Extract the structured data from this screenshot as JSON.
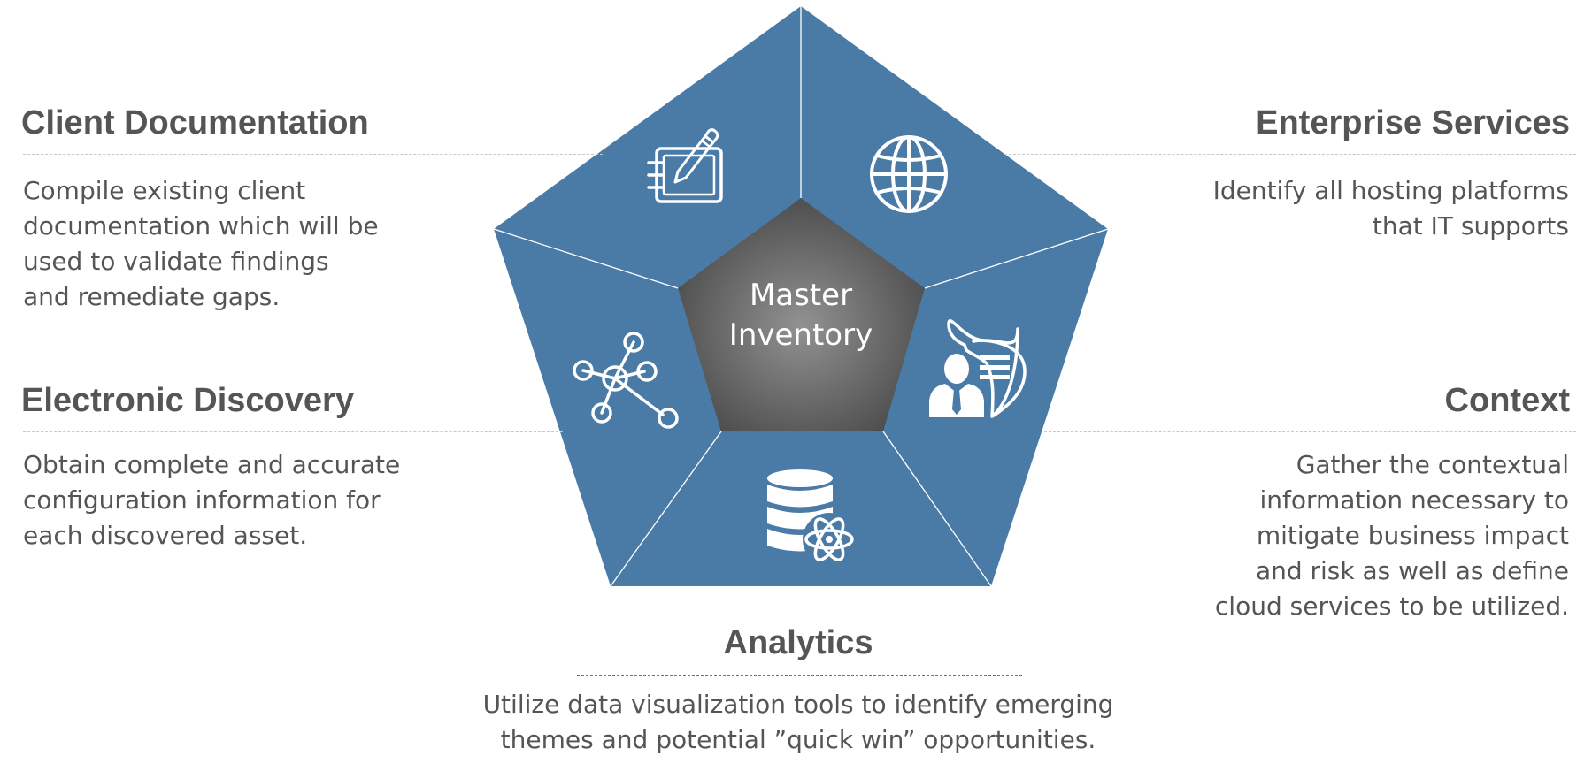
{
  "center": {
    "line1": "Master",
    "line2": "Inventory"
  },
  "sections": {
    "client_documentation": {
      "title": "Client Documentation",
      "lines": [
        "Compile existing client",
        "documentation which will be",
        "used to validate findings",
        "and remediate gaps."
      ],
      "icon": "notepad-pen-icon"
    },
    "electronic_discovery": {
      "title": "Electronic Discovery",
      "lines": [
        "Obtain complete and accurate",
        "configuration information for",
        "each discovered asset."
      ],
      "icon": "network-nodes-icon"
    },
    "enterprise_services": {
      "title": "Enterprise Services",
      "lines": [
        "Identify all hosting platforms",
        "that IT supports"
      ],
      "icon": "globe-icon"
    },
    "context": {
      "title": "Context",
      "lines": [
        "Gather the contextual",
        "information necessary to",
        "mitigate business impact",
        "and risk as well as define",
        "cloud services to be utilized."
      ],
      "icon": "person-speech-icon"
    },
    "analytics": {
      "title": "Analytics",
      "lines": [
        "Utilize data visualization tools to identify emerging",
        "themes and potential ”quick win” opportunities."
      ],
      "icon": "database-atom-icon"
    }
  },
  "colors": {
    "segment": "#4a7ba7",
    "center_dark": "#4a4a4a",
    "center_light": "#909090",
    "text": "#555555",
    "rule": "#c7c7c7",
    "analytics_rule": "#4a7ba7"
  }
}
